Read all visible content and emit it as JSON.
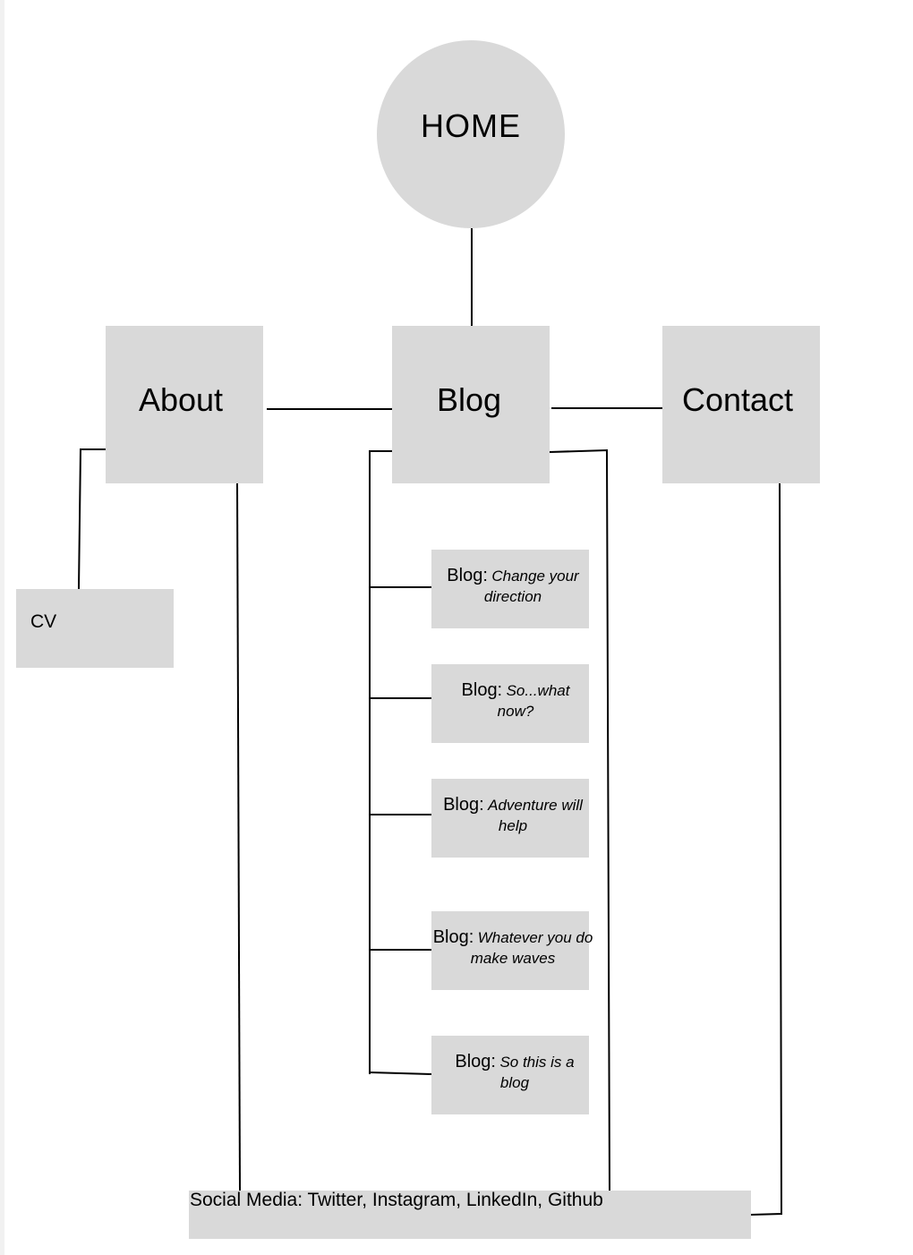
{
  "home": {
    "label": "HOME"
  },
  "sections": {
    "about": "About",
    "blog": "Blog",
    "contact": "Contact"
  },
  "about_children": {
    "cv": "CV"
  },
  "blog_posts": [
    {
      "prefix": "Blog:",
      "title": "Change your direction"
    },
    {
      "prefix": "Blog:",
      "title": "So...what now?"
    },
    {
      "prefix": "Blog:",
      "title": "Adventure will help"
    },
    {
      "prefix": "Blog:",
      "title": "Whatever you do make waves"
    },
    {
      "prefix": "Blog:",
      "title": "So this is a blog"
    }
  ],
  "footer": {
    "social": "Social Media: Twitter, Instagram, LinkedIn, Github"
  },
  "colors": {
    "node_fill": "#d9d9d9",
    "connector": "#000000",
    "background": "#ffffff"
  }
}
